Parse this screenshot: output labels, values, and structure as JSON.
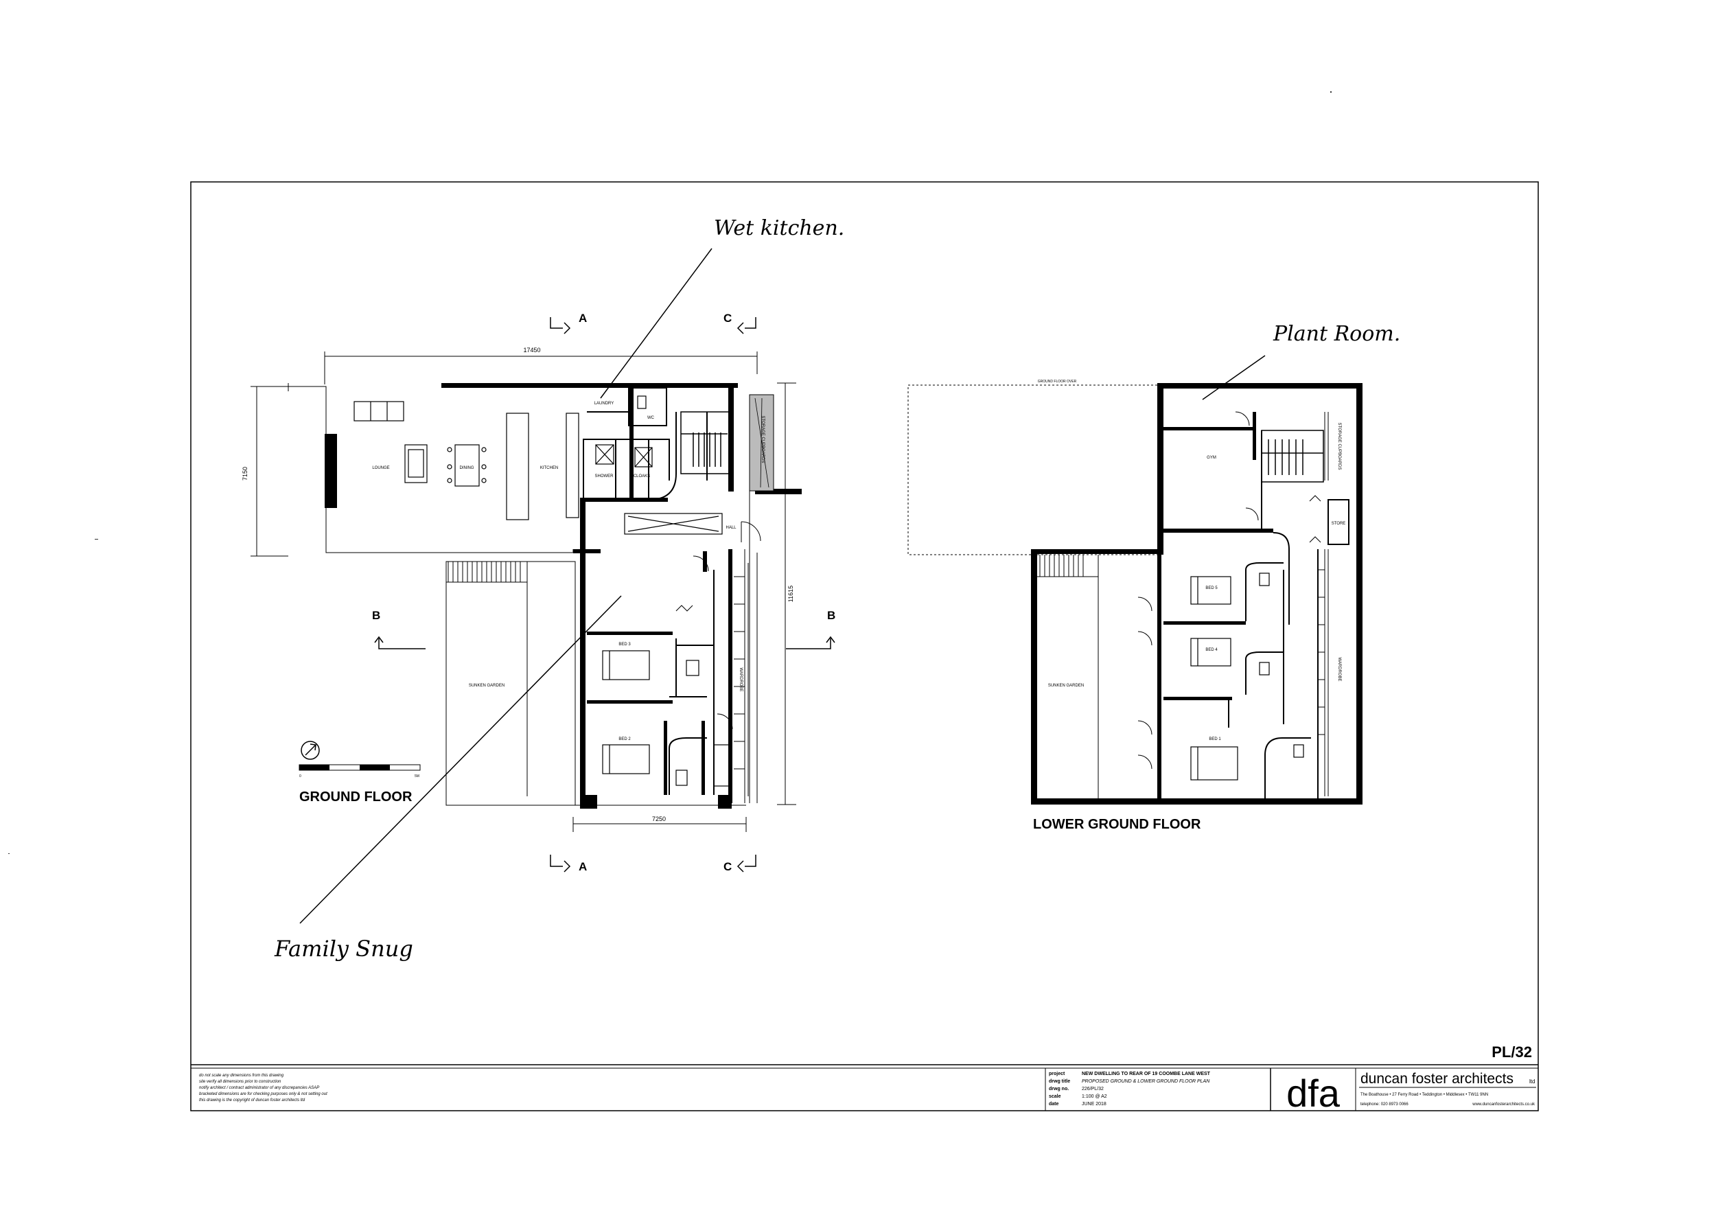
{
  "sheet": {
    "drawing_number_label": "PL/32"
  },
  "annotations": {
    "wet_kitchen": "Wet kitchen.",
    "plant_room": "Plant Room.",
    "family_snug": "Family Snug"
  },
  "ground_floor": {
    "title": "GROUND FLOOR",
    "overall_width_dim": "17450",
    "depth_dim": "7150",
    "right_depth_dim": "11615",
    "bottom_width_dim": "7250",
    "section_markers": [
      "A",
      "C",
      "B",
      "B",
      "A",
      "C"
    ],
    "rooms": {
      "lounge": "LOUNGE",
      "dining": "DINING",
      "kitchen": "KITCHEN",
      "laundry": "LAUNDRY",
      "wc": "WC",
      "shower": "SHOWER",
      "cloaks": "CLOAKS",
      "hall": "HALL",
      "bed3": "BED 3",
      "bed2": "BED 2",
      "garden_below": "SUNKEN GARDEN",
      "storage_cupboards": "STORAGE CUPBOARDS",
      "wardrobe": "WARDROBE"
    }
  },
  "lower_ground_floor": {
    "title": "LOWER GROUND FLOOR",
    "ground_floor_over": "GROUND FLOOR OVER",
    "rooms": {
      "gym": "GYM",
      "store": "STORE",
      "bed5": "BED 5",
      "bed4": "BED 4",
      "bed1": "BED 1",
      "sunken_garden": "SUNKEN GARDEN",
      "storage": "STORAGE CUPBOARDS",
      "wardrobe": "WARDROBE"
    }
  },
  "notes": [
    "do not scale any dimensions from this drawing",
    "site verify all dimensions prior to construction",
    "notify architect / contract administrator of any discrepancies ASAP",
    "bracketed dimensions are for checking purposes only & not setting out",
    "this drawing is the copyright of duncan foster architects ltd"
  ],
  "title_block": {
    "project_label": "project",
    "project_value": "NEW DWELLING TO REAR OF 19 COOMBE LANE WEST",
    "title_label": "drwg title",
    "title_value": "PROPOSED GROUND & LOWER GROUND FLOOR PLAN",
    "number_label": "drwg no.",
    "number_value": "226/PL/32",
    "scale_label": "scale",
    "scale_value": "1:100 @ A2",
    "date_label": "date",
    "date_value": "JUNE 2018",
    "logo": "dfa",
    "firm": "duncan foster architects",
    "firm_suffix": "ltd",
    "address": "The Boathouse  •  27 Ferry Road  •  Teddington  •  Middlesex  •  TW11 9NN",
    "telephone": "telephone: 020 8973 0066",
    "website": "www.duncanfosterarchitects.co.uk"
  }
}
